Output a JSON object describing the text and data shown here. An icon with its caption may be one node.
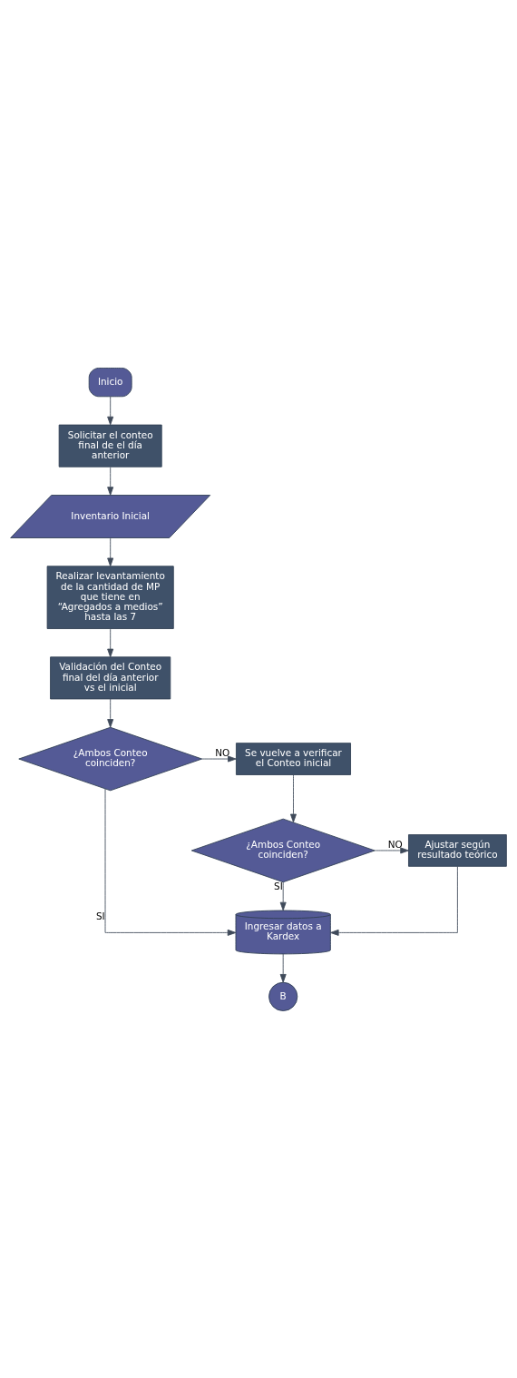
{
  "diagram": {
    "nodes": [
      {
        "text": [
          "Inicio"
        ]
      },
      {
        "text": [
          "Solicitar el conteo final de el día anterior"
        ]
      },
      {
        "text": [
          "Inventario Inicial"
        ]
      },
      {
        "text": [
          "Realizar levantamiento de la cantidad de MP que tiene en “Agregados a medios” hasta las 7"
        ]
      },
      {
        "text": [
          "Validación del Conteo final del día anterior vs el inicial"
        ]
      },
      {
        "text": [
          "¿Ambos Conteo coinciden?"
        ]
      },
      {
        "text": [
          "Se vuelve a verificar el Conteo inicial"
        ]
      },
      {
        "text": [
          "¿Ambos Conteo coinciden?"
        ]
      },
      {
        "text": [
          "Ajustar según resultado teórico"
        ]
      },
      {
        "text": [
          "Ingresar datos a Kardex"
        ]
      },
      {
        "text": [
          "B"
        ]
      }
    ],
    "edges": [
      {
        "from": 0,
        "to": 1,
        "arrow": "to"
      },
      {
        "from": 1,
        "to": 2,
        "arrow": "to"
      },
      {
        "from": 2,
        "to": 3,
        "arrow": "to"
      },
      {
        "from": 3,
        "to": 4,
        "arrow": "to"
      },
      {
        "from": 4,
        "to": 5,
        "arrow": "to"
      },
      {
        "from": 5,
        "to": 6,
        "arrow": "to",
        "label": "NO"
      },
      {
        "from": 5,
        "to": 9,
        "arrow": "to",
        "label": "SI"
      },
      {
        "from": 6,
        "to": 7,
        "arrow": "to"
      },
      {
        "from": 7,
        "to": 9,
        "arrow": "to",
        "label": "SI"
      },
      {
        "from": 7,
        "to": 8,
        "arrow": "to",
        "label": "NO"
      },
      {
        "from": 8,
        "to": 9,
        "arrow": "to"
      },
      {
        "from": 9,
        "to": 10,
        "arrow": "to"
      }
    ]
  }
}
